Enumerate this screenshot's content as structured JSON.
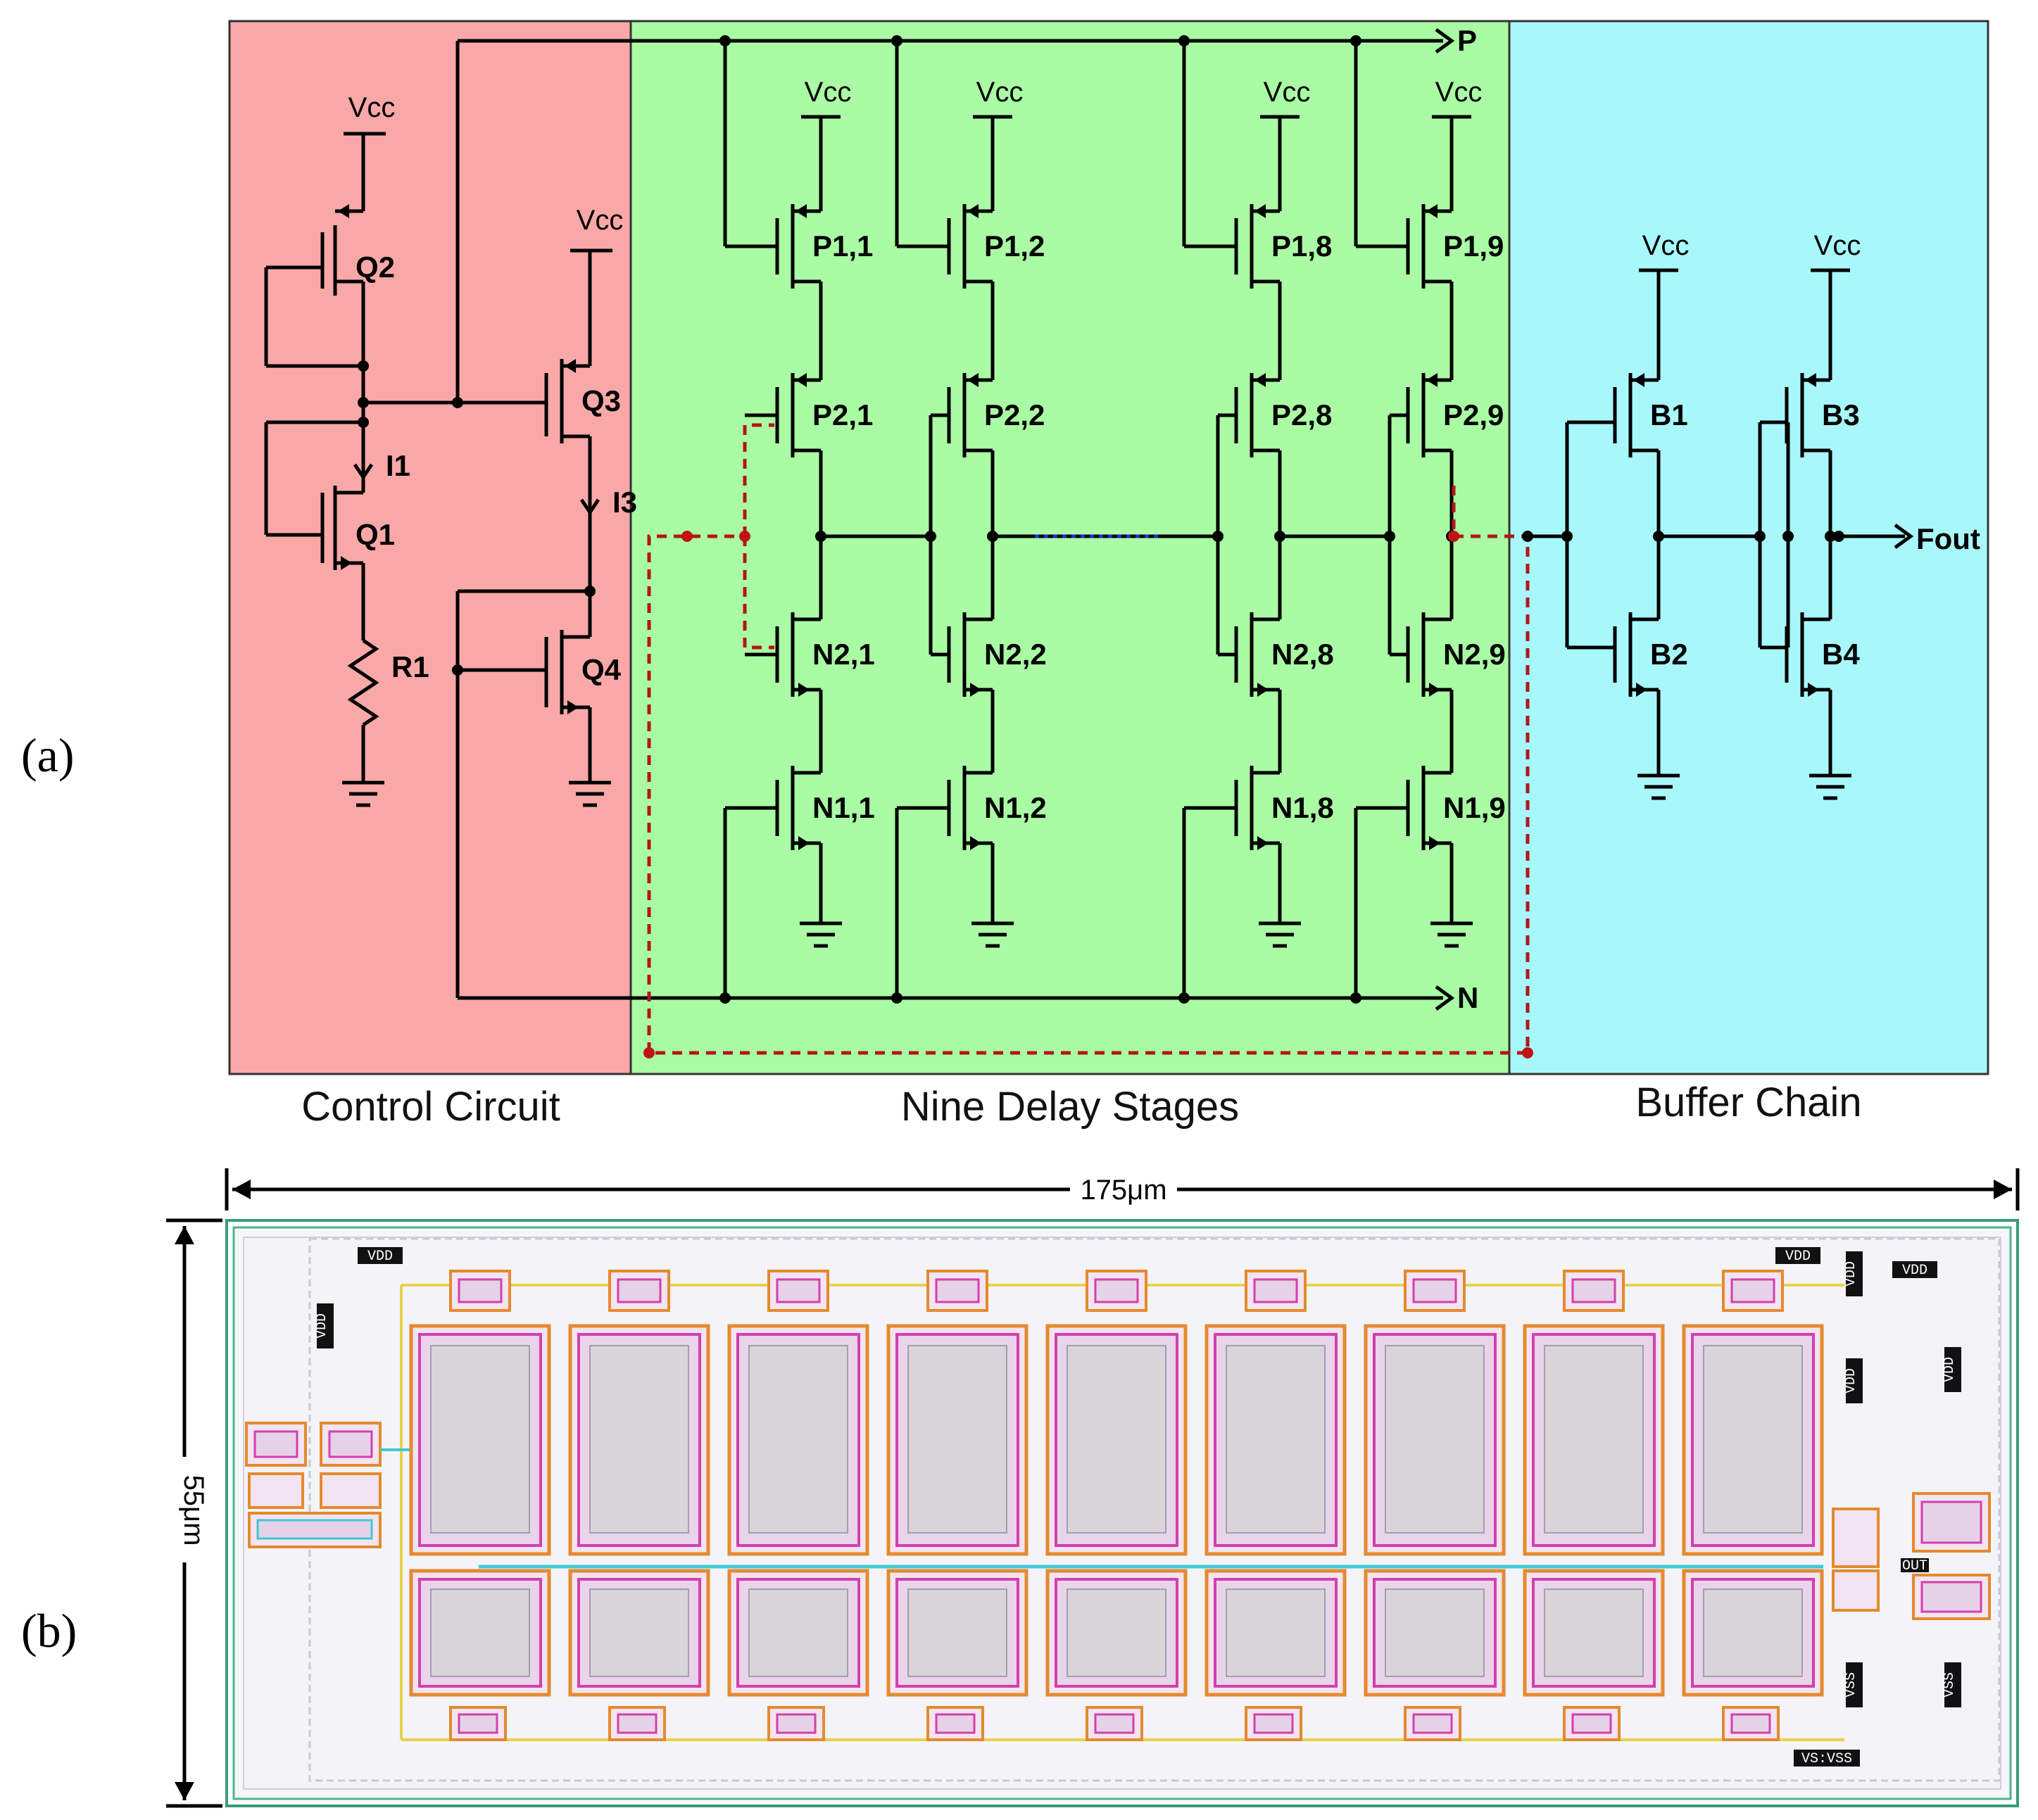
{
  "panels": {
    "a": "(a)",
    "b": "(b)"
  },
  "sections": {
    "control": "Control Circuit",
    "delay": "Nine Delay Stages",
    "buffer": "Buffer Chain"
  },
  "colors": {
    "control_bg": "#f9a8a8",
    "delay_bg": "#aafca4",
    "buffer_bg": "#a8f8fb",
    "feedback": "#b01818",
    "ellipsis": "#1a2bd6"
  },
  "supply_label": "Vcc",
  "control": {
    "q2": "Q2",
    "q1": "Q1",
    "q3": "Q3",
    "q4": "Q4",
    "r1": "R1",
    "i1": "I1",
    "i3": "I3"
  },
  "rails": {
    "p": "P",
    "n": "N"
  },
  "stages": [
    {
      "p1": "P1,1",
      "p2": "P2,1",
      "n2": "N2,1",
      "n1": "N1,1"
    },
    {
      "p1": "P1,2",
      "p2": "P2,2",
      "n2": "N2,2",
      "n1": "N1,2"
    },
    {
      "p1": "P1,8",
      "p2": "P2,8",
      "n2": "N2,8",
      "n1": "N1,8"
    },
    {
      "p1": "P1,9",
      "p2": "P2,9",
      "n2": "N2,9",
      "n1": "N1,9"
    }
  ],
  "buffer": {
    "b1": "B1",
    "b2": "B2",
    "b3": "B3",
    "b4": "B4",
    "out": "Fout"
  },
  "layout": {
    "width_label": "175μm",
    "height_label": "55μm",
    "vdd_tag": "VDD",
    "vss_tag": "VSS",
    "vss_combo_tag": "VS:VSS",
    "out_tag": "OUT"
  }
}
